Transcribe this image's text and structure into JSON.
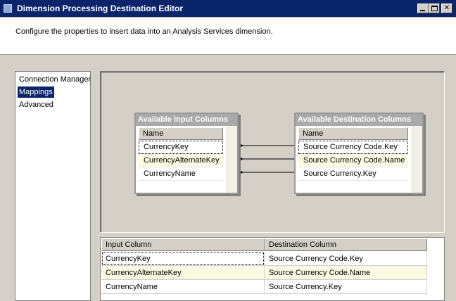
{
  "window": {
    "title": "Dimension Processing Destination Editor",
    "buttons": {
      "minimize": "",
      "maximize": "",
      "close": "✕"
    }
  },
  "header": {
    "description": "Configure the properties to insert data into an Analysis Services dimension."
  },
  "nav": {
    "items": [
      {
        "label": "Connection Manager",
        "selected": false
      },
      {
        "label": "Mappings",
        "selected": true
      },
      {
        "label": "Advanced",
        "selected": false
      }
    ]
  },
  "input_box": {
    "title": "Available Input Columns",
    "header": "Name",
    "rows": [
      "CurrencyKey",
      "CurrencyAlternateKey",
      "CurrencyName"
    ]
  },
  "dest_box": {
    "title": "Available Destination Columns",
    "header": "Name",
    "rows": [
      "Source Currency Code.Key",
      "Source Currency Code.Name",
      "Source Currency.Key"
    ]
  },
  "grid": {
    "headers": [
      "Input Column",
      "Destination Column"
    ],
    "rows": [
      [
        "CurrencyKey",
        "Source Currency Code.Key"
      ],
      [
        "CurrencyAlternateKey",
        "Source Currency Code.Name"
      ],
      [
        "CurrencyName",
        "Source Currency.Key"
      ]
    ]
  },
  "colors": {
    "titlebar": "#0a246a",
    "selection": "#0a246a",
    "box_title": "#a9a9a9",
    "alt_row": "#fbfbe4"
  }
}
